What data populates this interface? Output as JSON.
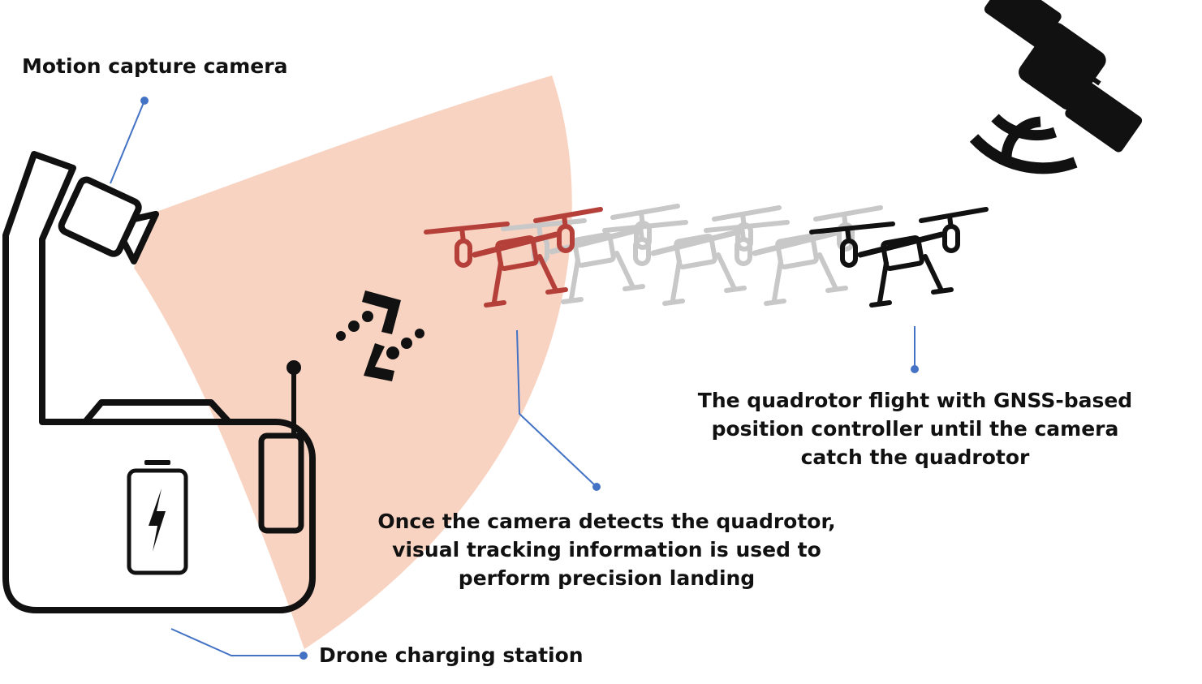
{
  "labels": {
    "motion_camera": "Motion capture camera",
    "charging_station": "Drone charging station",
    "visual_tracking": [
      "Once the camera detects the quadrotor,",
      "visual tracking information is used to",
      "perform precision landing"
    ],
    "gnss_flight": [
      "The quadrotor flight with GNSS-based",
      "position controller until the camera",
      "catch the quadrotor"
    ]
  },
  "colors": {
    "camera_fov": "#f9d3c2",
    "leader_line": "#4472c4",
    "drone_detected": "#b5403a",
    "drone_trail": "#c8c8c8",
    "drone_active": "#111111",
    "outline": "#111111"
  },
  "icons": {
    "camera": "video-camera-icon",
    "battery": "battery-charging-icon",
    "satellite": "satellite-icon",
    "marker": "fiducial-marker-icon",
    "drone": "quadrotor-icon"
  }
}
